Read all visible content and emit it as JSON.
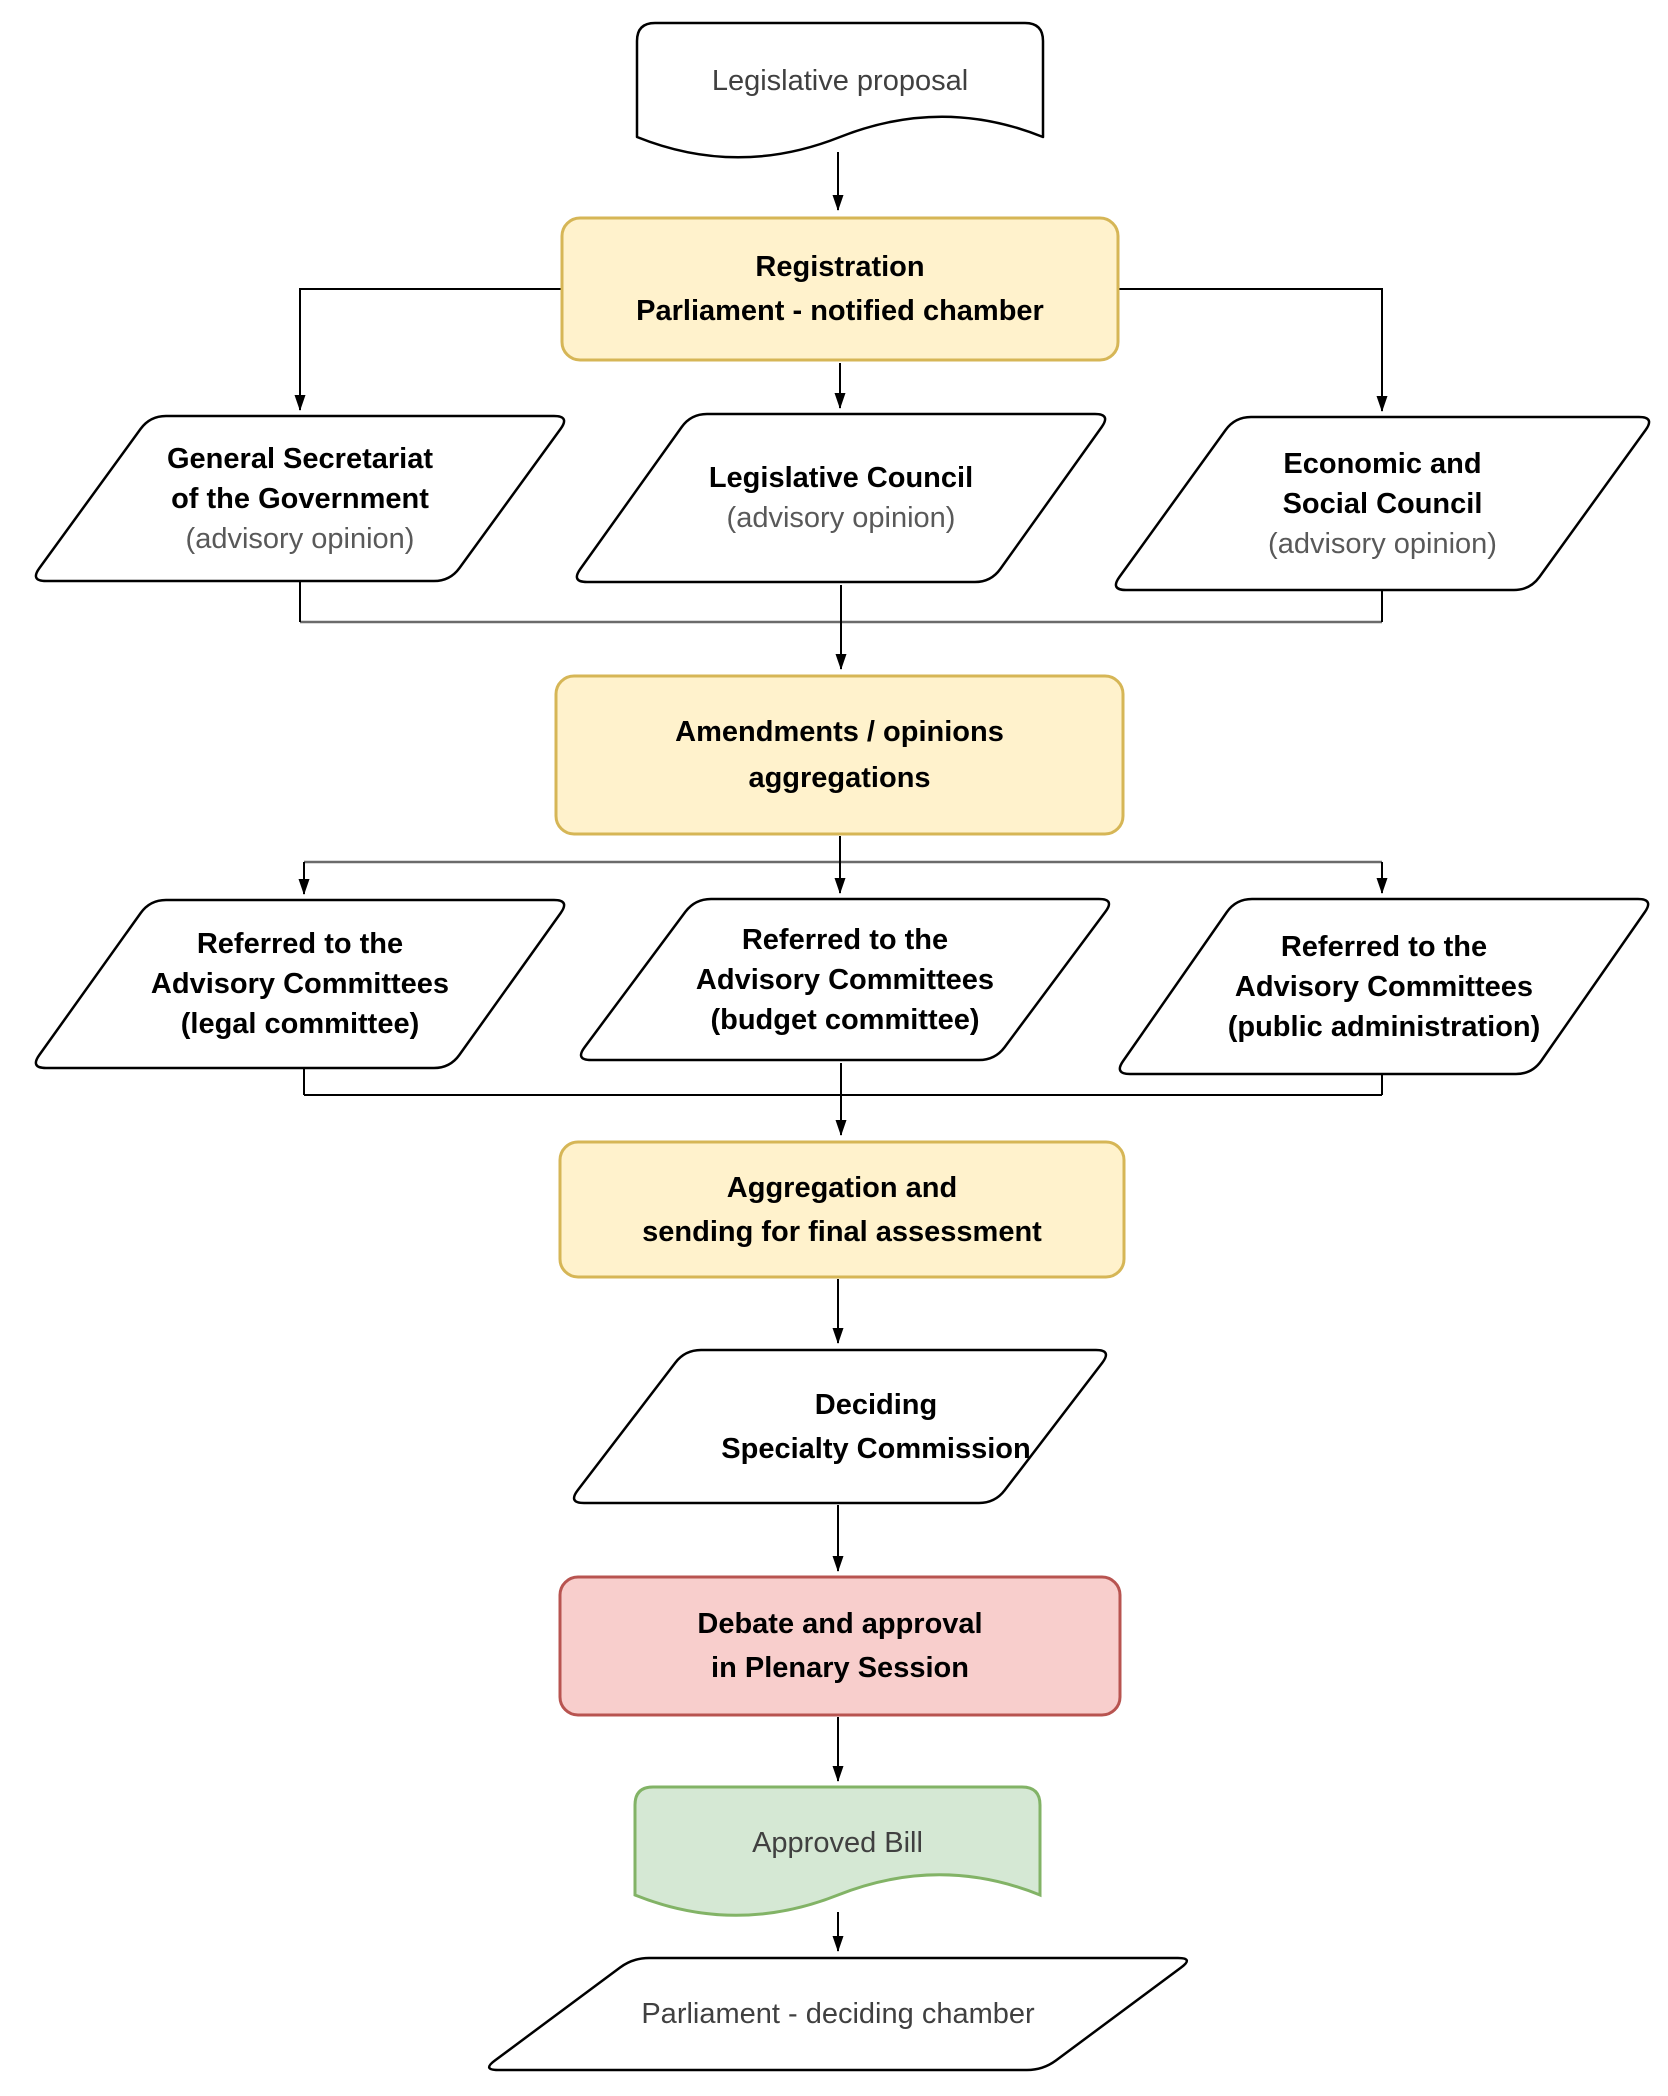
{
  "colors": {
    "yellow_fill": "#FFF2CC",
    "yellow_stroke": "#D6B656",
    "red_fill": "#F8CECC",
    "red_stroke": "#B85450",
    "green_fill": "#D5E8D4",
    "green_stroke": "#82B366",
    "connector": "#000000",
    "muted_connector": "#6b6b6b",
    "muted_text": "#595959"
  },
  "nodes": {
    "legislative_proposal": {
      "line1": "Legislative proposal"
    },
    "registration": {
      "line1": "Registration",
      "line2": "Parliament - notified chamber"
    },
    "general_secretariat": {
      "line1": "General Secretariat",
      "line2": "of the Government",
      "line3": "(advisory opinion)"
    },
    "legislative_council": {
      "line1": "Legislative Council",
      "line2": "(advisory opinion)"
    },
    "economic_social": {
      "line1": "Economic and",
      "line2": "Social Council",
      "line3": "(advisory opinion)"
    },
    "amendments": {
      "line1": "Amendments / opinions",
      "line2": "aggregations"
    },
    "referred_legal": {
      "line1": "Referred to the",
      "line2": "Advisory Committees",
      "line3": "(legal committee)"
    },
    "referred_budget": {
      "line1": "Referred to the",
      "line2": "Advisory Committees",
      "line3": "(budget committee)"
    },
    "referred_public": {
      "line1": "Referred to the",
      "line2": "Advisory Committees",
      "line3": "(public administration)"
    },
    "aggregation": {
      "line1": "Aggregation and",
      "line2": "sending for final assessment"
    },
    "deciding_commission": {
      "line1": "Deciding",
      "line2": "Specialty Commission"
    },
    "debate_approval": {
      "line1": "Debate and approval",
      "line2": "in Plenary Session"
    },
    "approved_bill": {
      "line1": "Approved Bill"
    },
    "parliament_deciding": {
      "line1": "Parliament - deciding chamber"
    }
  }
}
